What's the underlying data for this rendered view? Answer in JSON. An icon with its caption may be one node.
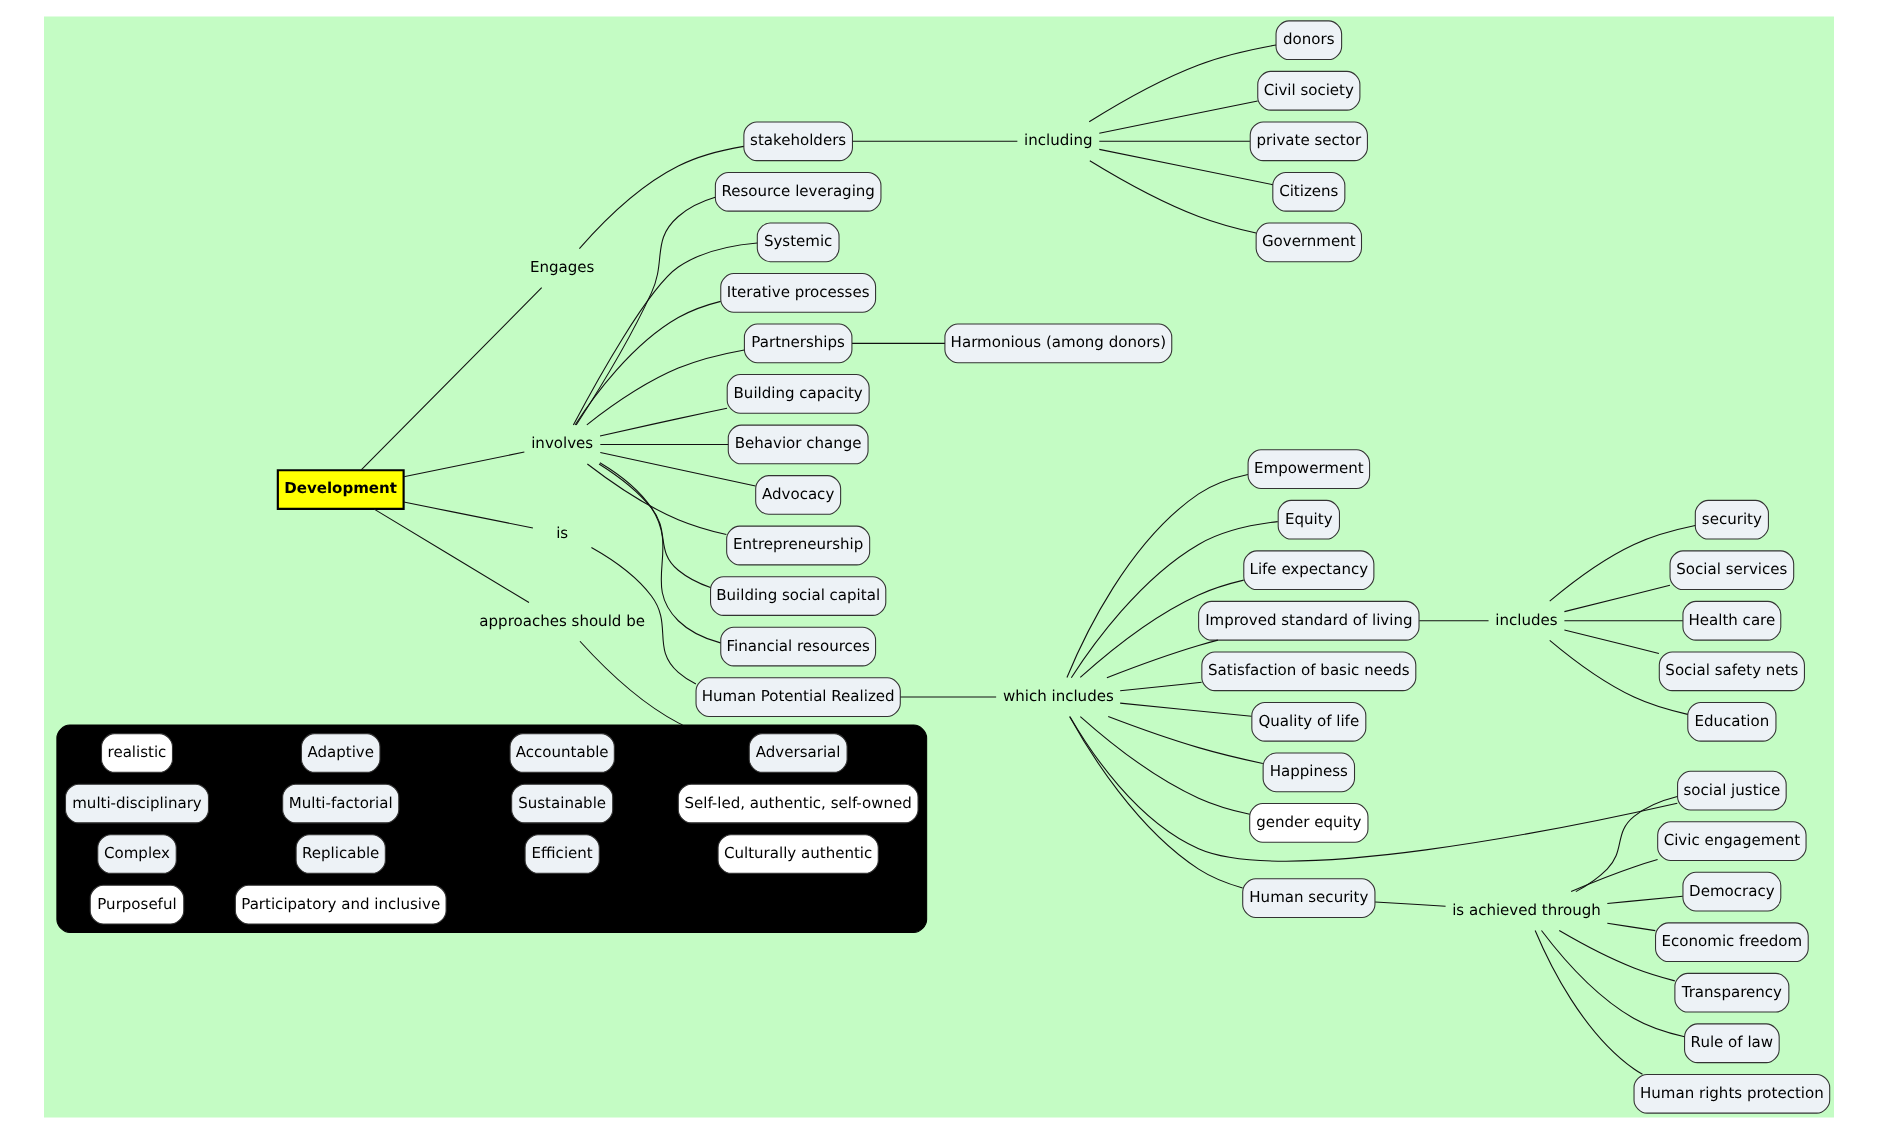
{
  "diagram": {
    "nodes": [
      {
        "text": [
          "Development"
        ]
      },
      {
        "text": [
          "Engages"
        ]
      },
      {
        "text": [
          "stakeholders"
        ]
      },
      {
        "text": [
          "including"
        ]
      },
      {
        "text": [
          "donors"
        ]
      },
      {
        "text": [
          "Civil society"
        ]
      },
      {
        "text": [
          "private sector"
        ]
      },
      {
        "text": [
          "Citizens"
        ]
      },
      {
        "text": [
          "Government"
        ]
      },
      {
        "text": [
          "involves"
        ]
      },
      {
        "text": [
          "Resource leveraging"
        ]
      },
      {
        "text": [
          "Harmonious (among donors)"
        ]
      },
      {
        "text": [
          "Systemic"
        ]
      },
      {
        "text": [
          "Iterative processes"
        ]
      },
      {
        "text": [
          "Partnerships"
        ]
      },
      {
        "text": [
          "Building capacity"
        ]
      },
      {
        "text": [
          "Behavior change"
        ]
      },
      {
        "text": [
          "Advocacy"
        ]
      },
      {
        "text": [
          "Entrepreneurship"
        ]
      },
      {
        "text": [
          "Building social capital"
        ]
      },
      {
        "text": [
          "Financial resources"
        ]
      },
      {
        "text": [
          "approaches should be"
        ]
      },
      {
        "text": [],
        "shape": "box"
      },
      {
        "text": [
          "multi-disciplinary"
        ],
        "in": 22
      },
      {
        "text": [
          "Multi-factorial"
        ],
        "in": 22
      },
      {
        "text": [
          "Sustainable"
        ],
        "in": 22
      },
      {
        "text": [
          "Self-led, authentic, self-owned"
        ],
        "in": 22
      },
      {
        "text": [
          "realistic"
        ],
        "in": 22
      },
      {
        "text": [
          "Adaptive"
        ],
        "in": 22
      },
      {
        "text": [
          "Accountable"
        ],
        "in": 22
      },
      {
        "text": [
          "Adversarial"
        ],
        "in": 22
      },
      {
        "text": [
          "Complex"
        ],
        "in": 22
      },
      {
        "text": [
          "Replicable"
        ],
        "in": 22
      },
      {
        "text": [
          "Efficient"
        ],
        "in": 22
      },
      {
        "text": [
          "Culturally authentic"
        ],
        "in": 22
      },
      {
        "text": [
          "Purposeful"
        ],
        "in": 22
      },
      {
        "text": [
          "Participatory and inclusive"
        ],
        "in": 22
      },
      {
        "text": [
          "is"
        ]
      },
      {
        "text": [
          "Human Potential Realized"
        ]
      },
      {
        "text": [
          "which includes"
        ]
      },
      {
        "text": [
          "Empowerment"
        ]
      },
      {
        "text": [
          "Equity"
        ]
      },
      {
        "text": [
          "Life expectancy"
        ]
      },
      {
        "text": [
          "Improved standard of living"
        ]
      },
      {
        "text": [
          "Satisfaction of basic needs"
        ]
      },
      {
        "text": [
          "Quality of life"
        ]
      },
      {
        "text": [
          "Happiness"
        ]
      },
      {
        "text": [
          "gender equity"
        ]
      },
      {
        "text": [
          "Human security"
        ]
      },
      {
        "text": [
          "is achieved through"
        ]
      },
      {
        "text": [
          "social justice"
        ]
      },
      {
        "text": [
          "Civic engagement"
        ]
      },
      {
        "text": [
          "Democracy"
        ]
      },
      {
        "text": [
          "Economic freedom"
        ]
      },
      {
        "text": [
          "Transparency"
        ]
      },
      {
        "text": [
          "Rule of law"
        ]
      },
      {
        "text": [
          "Human rights protection"
        ]
      },
      {
        "text": [
          "includes"
        ]
      },
      {
        "text": [
          "security"
        ]
      },
      {
        "text": [
          "Social services"
        ]
      },
      {
        "text": [
          "Health care"
        ]
      },
      {
        "text": [
          "Social safety nets"
        ]
      },
      {
        "text": [
          "Education"
        ]
      }
    ],
    "edges": [
      {
        "from": 0,
        "to": 1,
        "arrow": "none"
      },
      {
        "from": 1,
        "to": 2,
        "arrow": "none"
      },
      {
        "from": 2,
        "to": 3,
        "arrow": "none"
      },
      {
        "from": 3,
        "to": 4,
        "arrow": "none"
      },
      {
        "from": 3,
        "to": 5,
        "arrow": "none"
      },
      {
        "from": 3,
        "to": 6,
        "arrow": "none"
      },
      {
        "from": 3,
        "to": 7,
        "arrow": "none"
      },
      {
        "from": 3,
        "to": 8,
        "arrow": "none"
      },
      {
        "from": 0,
        "to": 9,
        "arrow": "none"
      },
      {
        "from": 9,
        "to": 10,
        "arrow": "none"
      },
      {
        "from": 9,
        "to": 13,
        "arrow": "none"
      },
      {
        "from": 9,
        "to": 16,
        "arrow": "none"
      },
      {
        "from": 9,
        "to": 14,
        "arrow": "none"
      },
      {
        "from": 14,
        "to": 11,
        "arrow": "none"
      },
      {
        "from": 9,
        "to": 12,
        "arrow": "none"
      },
      {
        "from": 9,
        "to": 15,
        "arrow": "none"
      },
      {
        "from": 9,
        "to": 17,
        "arrow": "none"
      },
      {
        "from": 9,
        "to": 18,
        "arrow": "none"
      },
      {
        "from": 9,
        "to": 19,
        "arrow": "none"
      },
      {
        "from": 9,
        "to": 20,
        "arrow": "none"
      },
      {
        "from": 0,
        "to": 21,
        "arrow": "none"
      },
      {
        "from": 21,
        "to": 22,
        "arrow": "none"
      },
      {
        "from": 0,
        "to": 37,
        "arrow": "none"
      },
      {
        "from": 37,
        "to": 38,
        "arrow": "none"
      },
      {
        "from": 38,
        "to": 39,
        "arrow": "none"
      },
      {
        "from": 39,
        "to": 40,
        "arrow": "none"
      },
      {
        "from": 39,
        "to": 41,
        "arrow": "none"
      },
      {
        "from": 39,
        "to": 42,
        "arrow": "none"
      },
      {
        "from": 39,
        "to": 43,
        "arrow": "none"
      },
      {
        "from": 39,
        "to": 44,
        "arrow": "none"
      },
      {
        "from": 39,
        "to": 45,
        "arrow": "none"
      },
      {
        "from": 39,
        "to": 46,
        "arrow": "none"
      },
      {
        "from": 39,
        "to": 47,
        "arrow": "none"
      },
      {
        "from": 39,
        "to": 48,
        "arrow": "none"
      },
      {
        "from": 39,
        "to": 50,
        "arrow": "none"
      },
      {
        "from": 48,
        "to": 49,
        "arrow": "none"
      },
      {
        "from": 49,
        "to": 50,
        "arrow": "none"
      },
      {
        "from": 49,
        "to": 51,
        "arrow": "none"
      },
      {
        "from": 49,
        "to": 52,
        "arrow": "none"
      },
      {
        "from": 49,
        "to": 53,
        "arrow": "none"
      },
      {
        "from": 49,
        "to": 54,
        "arrow": "none"
      },
      {
        "from": 49,
        "to": 55,
        "arrow": "none"
      },
      {
        "from": 49,
        "to": 56,
        "arrow": "none"
      },
      {
        "from": 43,
        "to": 57,
        "arrow": "none"
      },
      {
        "from": 57,
        "to": 58,
        "arrow": "none"
      },
      {
        "from": 57,
        "to": 59,
        "arrow": "none"
      },
      {
        "from": 57,
        "to": 60,
        "arrow": "none"
      },
      {
        "from": 57,
        "to": 61,
        "arrow": "none"
      },
      {
        "from": 57,
        "to": 62,
        "arrow": "none"
      }
    ]
  }
}
